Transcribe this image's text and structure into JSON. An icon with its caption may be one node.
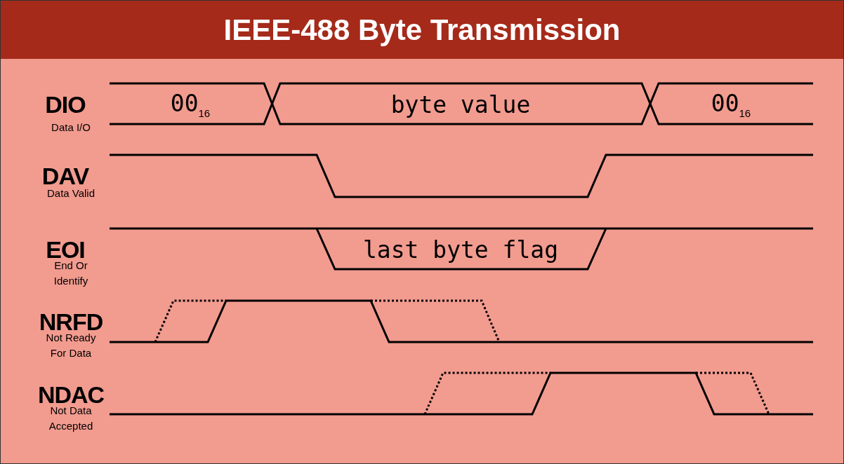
{
  "diagram": {
    "title": "IEEE-488 Byte Transmission",
    "labels": [
      "DIO",
      "Data I/O",
      "00$_{16}$",
      "byte value",
      "00$_{16}$",
      "DAV",
      "Data Valid",
      "EOI",
      "End Or Identify",
      "last byte flag",
      "NRFD",
      "Not Ready For Data",
      "NDAC",
      "Not Data Accepted"
    ]
  }
}
